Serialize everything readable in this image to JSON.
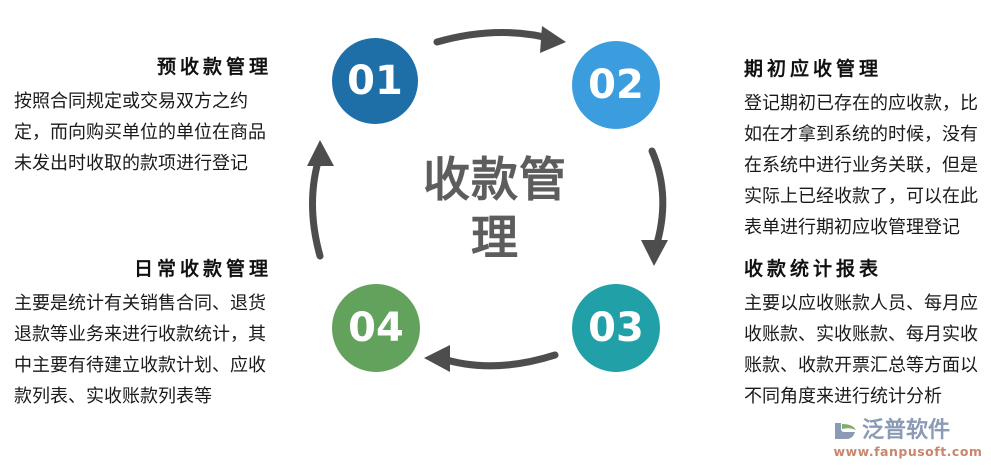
{
  "diagram": {
    "center_title": "收款管理",
    "center_color": "#5D5D5D",
    "steps": [
      {
        "number": "01",
        "color": "#1E6FA8",
        "heading": "预收款管理",
        "body": "按照合同规定或交易双方之约定，而向购买单位的单位在商品未发出时收取的款项进行登记"
      },
      {
        "number": "02",
        "color": "#3C9DDE",
        "heading": "期初应收管理",
        "body": "登记期初已存在的应收款，比如在才拿到系统的时候，没有在系统中进行业务关联，但是实际上已经收款了，可以在此表单进行期初应收管理登记"
      },
      {
        "number": "03",
        "color": "#22A0A8",
        "heading": "收款统计报表",
        "body": "主要以应收账款人员、每月应收账款、实收账款、每月实收账款、收款开票汇总等方面以不同角度来进行统计分析"
      },
      {
        "number": "04",
        "color": "#62A25C",
        "heading": "日常收款管理",
        "body": "主要是统计有关销售合同、退货退款等业务来进行收款统计，其中主要有待建立收款计划、应收款列表、实收账款列表等"
      }
    ],
    "arrows": [
      {
        "name": "arrow-01-to-02",
        "direction": "right"
      },
      {
        "name": "arrow-02-to-03",
        "direction": "down"
      },
      {
        "name": "arrow-03-to-04",
        "direction": "left"
      },
      {
        "name": "arrow-04-to-01",
        "direction": "up"
      }
    ],
    "arrow_color": "#4D4D4D"
  },
  "watermark": {
    "brand": "泛普软件",
    "url": "www.fanpusoft.com",
    "brand_color": "#8C9BB5",
    "url_color": "#C9866B"
  }
}
